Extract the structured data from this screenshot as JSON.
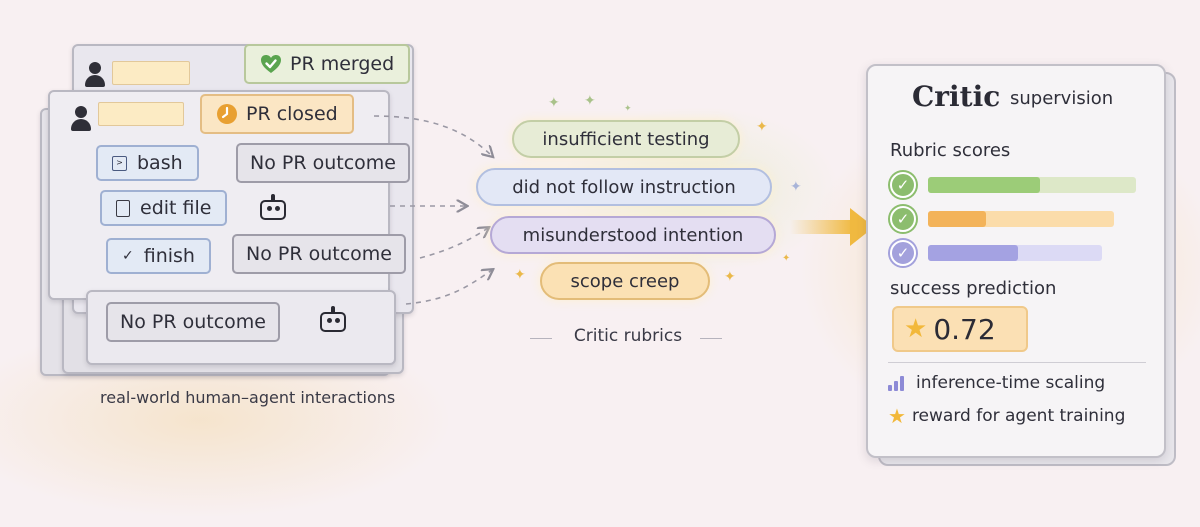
{
  "stack": {
    "merged_badge": "PR merged",
    "closed_badge": "PR closed",
    "tools": [
      "bash",
      "edit file",
      "finish"
    ],
    "no_outcome": "No PR outcome",
    "caption": "real-world human–agent interactions"
  },
  "rubrics": {
    "items": [
      "insufficient testing",
      "did not follow instruction",
      "misunderstood intention",
      "scope creep"
    ],
    "caption": "Critic rubrics"
  },
  "critic": {
    "title": "Critic",
    "subtitle": "supervision",
    "rubric_scores_label": "Rubric scores",
    "scores": [
      {
        "fill": 0.54,
        "check_color": "#8cbd6e",
        "track": "#dde8c8",
        "fill_color": "#9ccc78"
      },
      {
        "fill": 0.31,
        "check_color": "#8cbd6e",
        "track": "#fbdcaa",
        "fill_color": "#f3b35a"
      },
      {
        "fill": 0.52,
        "check_color": "#a3a1dc",
        "track": "#dcdaf5",
        "fill_color": "#a4a2e2"
      }
    ],
    "success_label": "success prediction",
    "success_value": "0.72",
    "footer": [
      "inference-time scaling",
      "reward for agent training"
    ]
  },
  "colors": {
    "accent_gold": "#f0b940",
    "merged_green": "#4e9a47",
    "closed_orange": "#e8a032"
  }
}
